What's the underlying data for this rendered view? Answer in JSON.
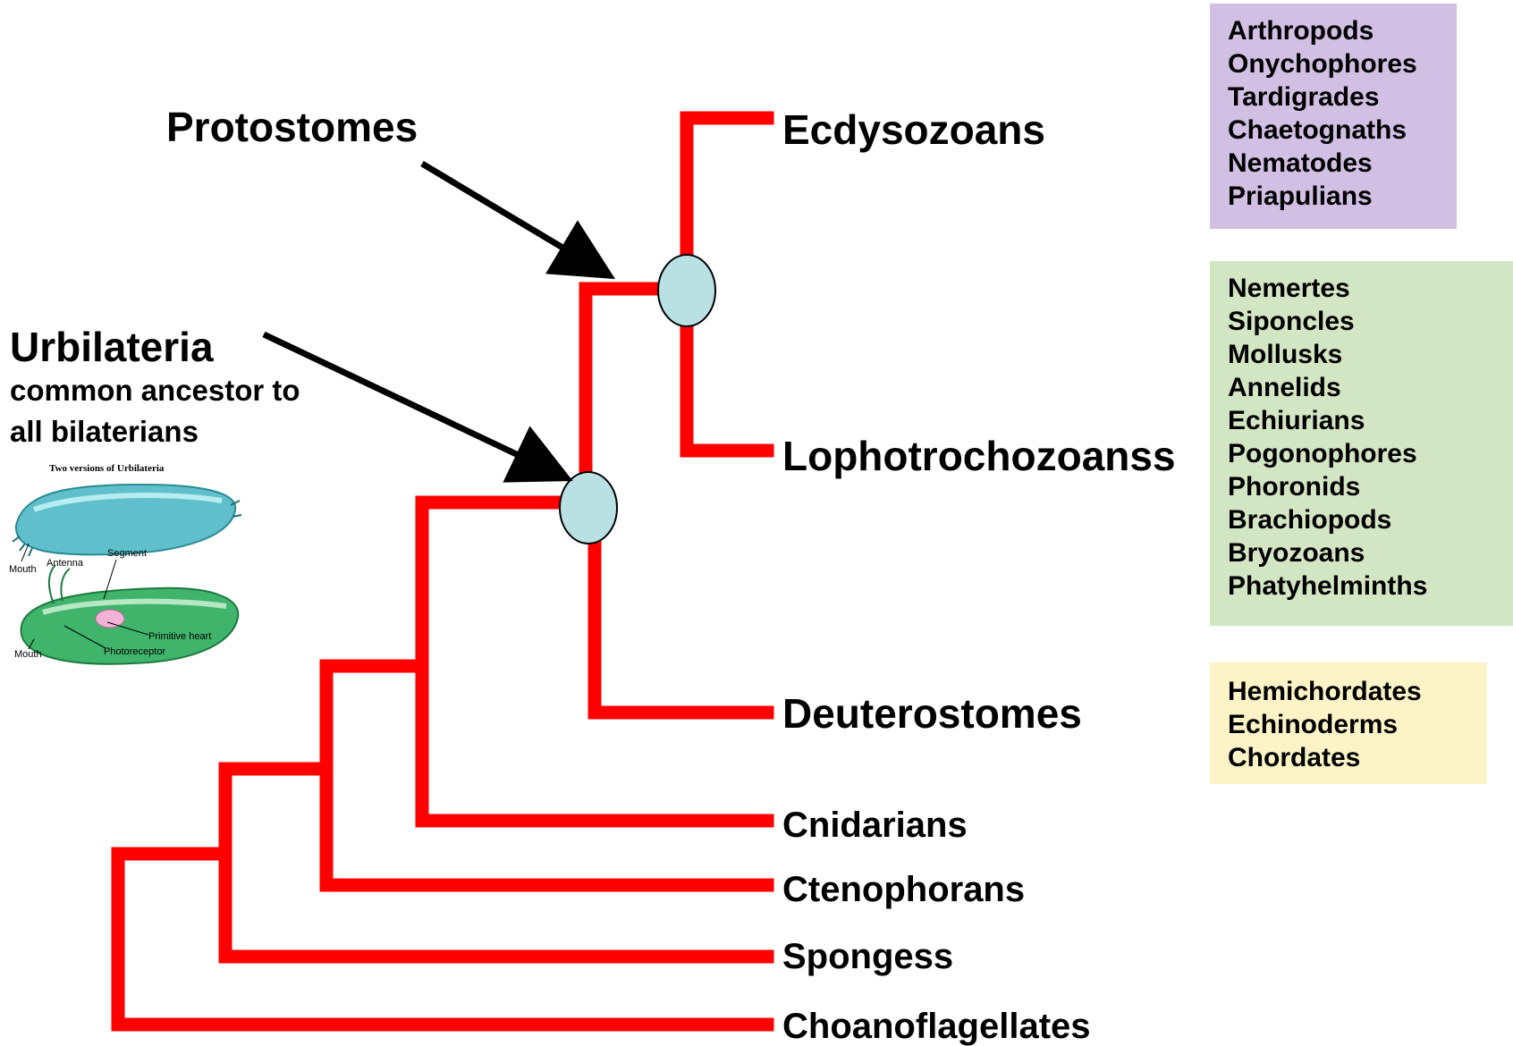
{
  "colors": {
    "branch": "#ff0000",
    "node_fill": "#b9e0e3",
    "box_purple": "#d2c0e4",
    "box_green": "#d3e6c4",
    "box_yellow": "#fcf3c6",
    "arrow": "#000000"
  },
  "labels": {
    "protostomes": "Protostomes",
    "urbilateria": "Urbilateria",
    "urbilateria_sub1": "common ancestor to",
    "urbilateria_sub2": "all bilaterians"
  },
  "taxa": {
    "ecdysozoans": "Ecdysozoans",
    "lophotrochozoans": "Lophotrochozoanss",
    "deuterostomes": "Deuterostomes",
    "cnidarians": "Cnidarians",
    "ctenophorans": "Ctenophorans",
    "sponges": "Spongess",
    "choanoflagellates": "Choanoflagellates"
  },
  "groups": {
    "ecdysozoa": [
      "Arthropods",
      "Onychophores",
      "Tardigrades",
      "Chaetognaths",
      "Nematodes",
      "Priapulians"
    ],
    "lophotrochozoa": [
      "Nemertes",
      "Siponcles",
      "Mollusks",
      "Annelids",
      "Echiurians",
      "Pogonophores",
      "Phoronids",
      "Brachiopods",
      "Bryozoans",
      "Phatyhelminths"
    ],
    "deuterostomia": [
      "Hemichordates",
      "Echinoderms",
      "Chordates"
    ]
  },
  "illustration": {
    "title": "Two versions of Urbilateria",
    "labels": {
      "mouth_top": "Mouth",
      "antenna": "Antenna",
      "segment": "Segment",
      "primitive_heart": "Primitive heart",
      "photoreceptor": "Photoreceptor",
      "mouth_bottom": "Mouth"
    }
  }
}
